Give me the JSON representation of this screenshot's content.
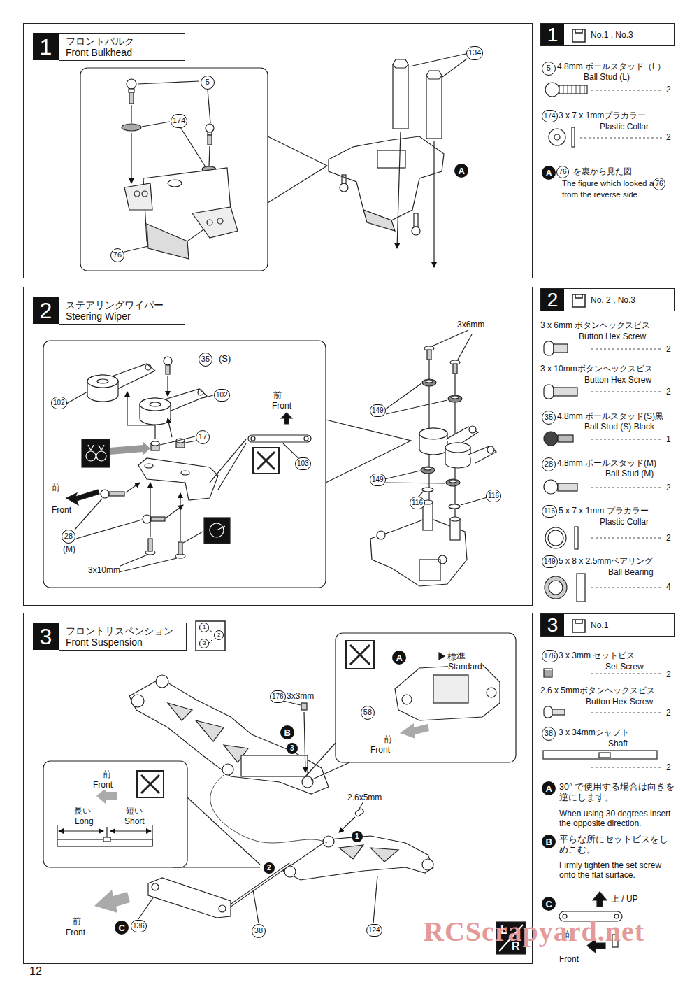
{
  "diagram": {
    "nodes": [
      {
        "text": [
          "1",
          "フロントバルク Front Bulkhead"
        ]
      },
      {
        "text": [
          "1",
          "No.1 , No.3"
        ]
      },
      {
        "text": [
          "2",
          "ステアリングワイパー Steering Wiper"
        ]
      },
      {
        "text": [
          "2",
          "No. 2 , No.3"
        ]
      },
      {
        "text": [
          "3",
          "フロントサスペンション Front Suspension"
        ]
      },
      {
        "text": [
          "3",
          "No.1"
        ]
      }
    ],
    "labels": [
      "5",
      "174",
      "76",
      "134",
      "A",
      "5",
      "4.8mm ボールスタッド（L）",
      "Ball Stud (L)",
      "2",
      "174",
      "3 x 7 x 1mmプラカラー",
      "Plastic Collar",
      "2",
      "A",
      "76",
      "を裏から見た図",
      "The figure which looked at",
      "76",
      "from the reverse side.",
      "35",
      "(S)",
      "102",
      "102",
      "17",
      "前",
      "Front",
      "103",
      "前",
      "Front",
      "28",
      "(M)",
      "3x10mm",
      "3x6mm",
      "149",
      "149",
      "116",
      "116",
      "3 x 6mm ボタンヘックスビス",
      "Button Hex Screw",
      "2",
      "3 x 10mmボタンヘックスビス",
      "Button Hex Screw",
      "2",
      "35",
      "4.8mm ボールスタッド(S)黒",
      "Ball Stud (S) Black",
      "1",
      "28",
      "4.8mm ボールスタッド(M)",
      "Ball Stud (M)",
      "2",
      "116",
      "5 x 7 x 1mm プラカラー",
      "Plastic Collar",
      "2",
      "149",
      "5 x 8 x 2.5mmベアリング",
      "Ball Bearing",
      "4",
      "1",
      "2",
      "3",
      "176",
      "3x3mm",
      "B",
      "3",
      "A",
      "標準",
      "Standard",
      "58",
      "前",
      "Front",
      "2.6x5mm",
      "1",
      "2",
      "前",
      "Front",
      "長い",
      "Long",
      "短い",
      "Short",
      "前",
      "Front",
      "C",
      "136",
      "38",
      "124",
      "L",
      "R",
      "176",
      "3 x 3mm セットビス",
      "Set Screw",
      "2",
      "2.6 x 5mmボタンヘックスビス",
      "Button Hex Screw",
      "2",
      "38",
      "3 x 34mmシャフト",
      "Shaft",
      "2",
      "A",
      "30° で使用する場合は向きを逆にします。",
      "When using 30 degrees insert the opposite direction.",
      "B",
      "平らな所にセットビスをしめこむ。",
      "Firmly tighten the set screw onto the flat surface.",
      "C",
      "上 / UP",
      "前",
      "Front",
      "12",
      "RCScrapyard.net"
    ]
  }
}
